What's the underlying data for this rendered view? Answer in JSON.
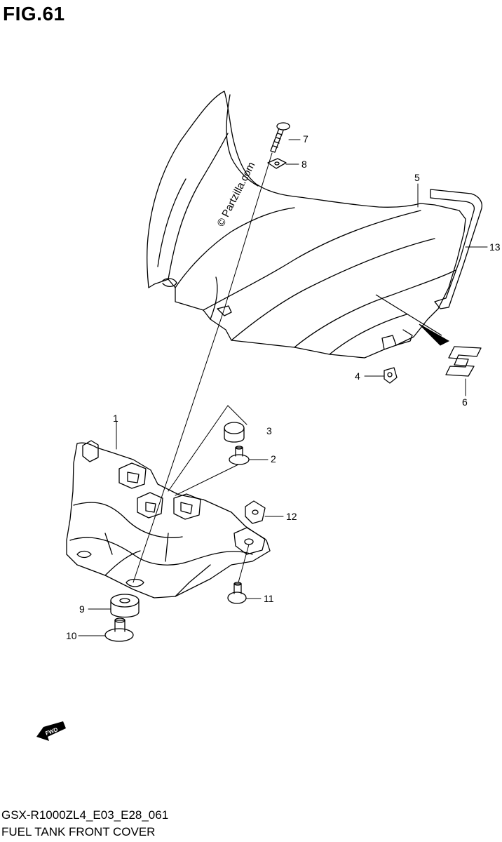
{
  "figure": {
    "title": "FIG.61"
  },
  "watermark": "© Partzilla.com",
  "fwd_label": "FWD",
  "callouts": [
    "1",
    "2",
    "3",
    "4",
    "5",
    "6",
    "7",
    "8",
    "9",
    "10",
    "11",
    "12",
    "13"
  ],
  "footer": {
    "code": "GSX-R1000ZL4_E03_E28_061",
    "name": "FUEL TANK FRONT COVER"
  },
  "colors": {
    "line": "#000000",
    "background": "#ffffff"
  }
}
